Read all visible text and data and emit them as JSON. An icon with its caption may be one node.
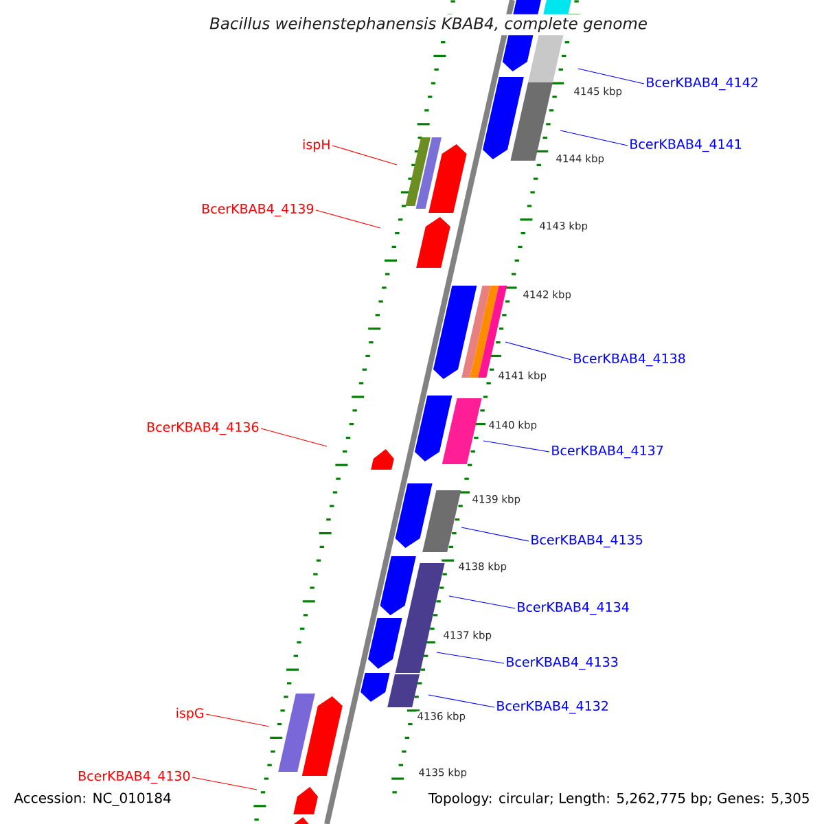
{
  "diagram": {
    "title": "Bacillus weihenstephanensis KBAB4, complete genome",
    "nodes": [
      {
        "text": [
          "BcerKBAB4_4142"
        ]
      },
      {
        "text": [
          "BcerKBAB4_4141"
        ]
      },
      {
        "text": [
          "ispH"
        ]
      },
      {
        "text": [
          "BcerKBAB4_4139"
        ]
      },
      {
        "text": [
          "BcerKBAB4_4138"
        ]
      },
      {
        "text": [
          "BcerKBAB4_4136"
        ]
      },
      {
        "text": [
          "BcerKBAB4_4137"
        ]
      },
      {
        "text": [
          "BcerKBAB4_4135"
        ]
      },
      {
        "text": [
          "BcerKBAB4_4134"
        ]
      },
      {
        "text": [
          "BcerKBAB4_4133"
        ]
      },
      {
        "text": [
          "BcerKBAB4_4132"
        ]
      },
      {
        "text": [
          "ispG"
        ]
      },
      {
        "text": [
          "BcerKBAB4_4130"
        ]
      }
    ],
    "edges": [
      {
        "from": 0,
        "to": null,
        "arrow": "none"
      },
      {
        "from": 1,
        "to": null,
        "arrow": "none"
      },
      {
        "from": 2,
        "to": null,
        "arrow": "none",
        "color": "#ff0000"
      },
      {
        "from": 3,
        "to": null,
        "arrow": "none",
        "color": "#ff0000"
      },
      {
        "from": 4,
        "to": null,
        "arrow": "none"
      },
      {
        "from": 5,
        "to": null,
        "arrow": "none",
        "color": "#ff0000"
      },
      {
        "from": 6,
        "to": null,
        "arrow": "none"
      },
      {
        "from": 7,
        "to": null,
        "arrow": "none"
      },
      {
        "from": 8,
        "to": null,
        "arrow": "none"
      },
      {
        "from": 9,
        "to": null,
        "arrow": "none"
      },
      {
        "from": 10,
        "to": null,
        "arrow": "none"
      },
      {
        "from": 11,
        "to": null,
        "arrow": "none",
        "color": "#ff0000"
      },
      {
        "from": 12,
        "to": null,
        "arrow": "none",
        "color": "#ff0000"
      }
    ],
    "labels": [
      "4145 kbp",
      "4144 kbp",
      "4143 kbp",
      "4142 kbp",
      "4141 kbp",
      "4140 kbp",
      "4139 kbp",
      "4138 kbp",
      "4137 kbp",
      "4136 kbp",
      "4135 kbp",
      "Accession: NC_010184",
      "Topology: circular; Length: 5,262,775 bp; Genes: 5,305"
    ]
  }
}
